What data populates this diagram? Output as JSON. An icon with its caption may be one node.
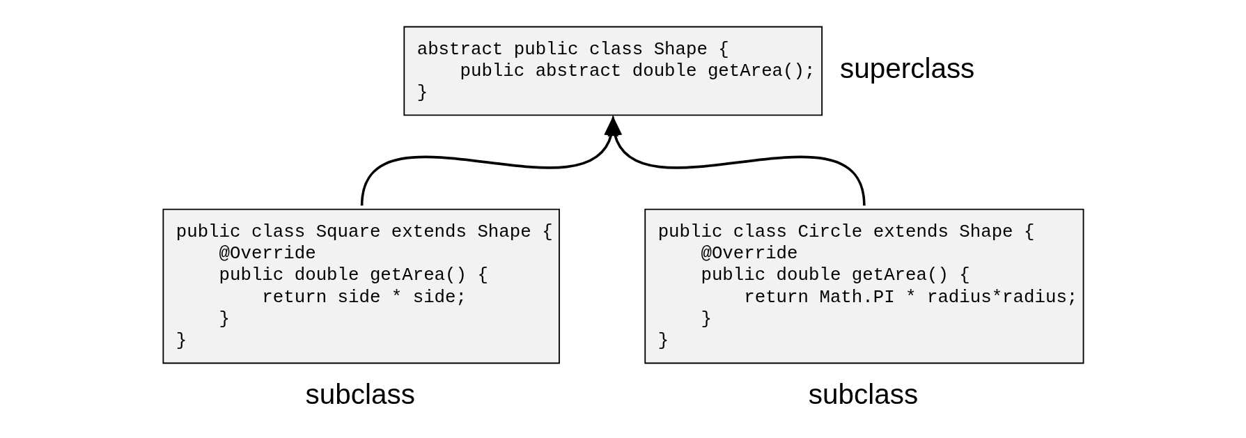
{
  "diagram": {
    "nodes": [
      {
        "text": [
          "abstract public class Shape {",
          "    public abstract double getArea();",
          "}"
        ],
        "beside": [
          "superclass"
        ]
      },
      {
        "text": [
          "public class Square extends Shape {",
          "    @Override",
          "    public double getArea() {",
          "        return side * side;",
          "    }",
          "}"
        ],
        "beside": [
          "subclass"
        ]
      },
      {
        "text": [
          "public class Circle extends Shape {",
          "    @Override",
          "    public double getArea() {",
          "        return Math.PI * radius*radius;",
          "    }",
          "}"
        ],
        "beside": [
          "subclass"
        ]
      }
    ],
    "edges": [
      {
        "from": 1,
        "to": 0,
        "arrow": "to"
      },
      {
        "from": 2,
        "to": 0,
        "arrow": "to"
      }
    ]
  }
}
